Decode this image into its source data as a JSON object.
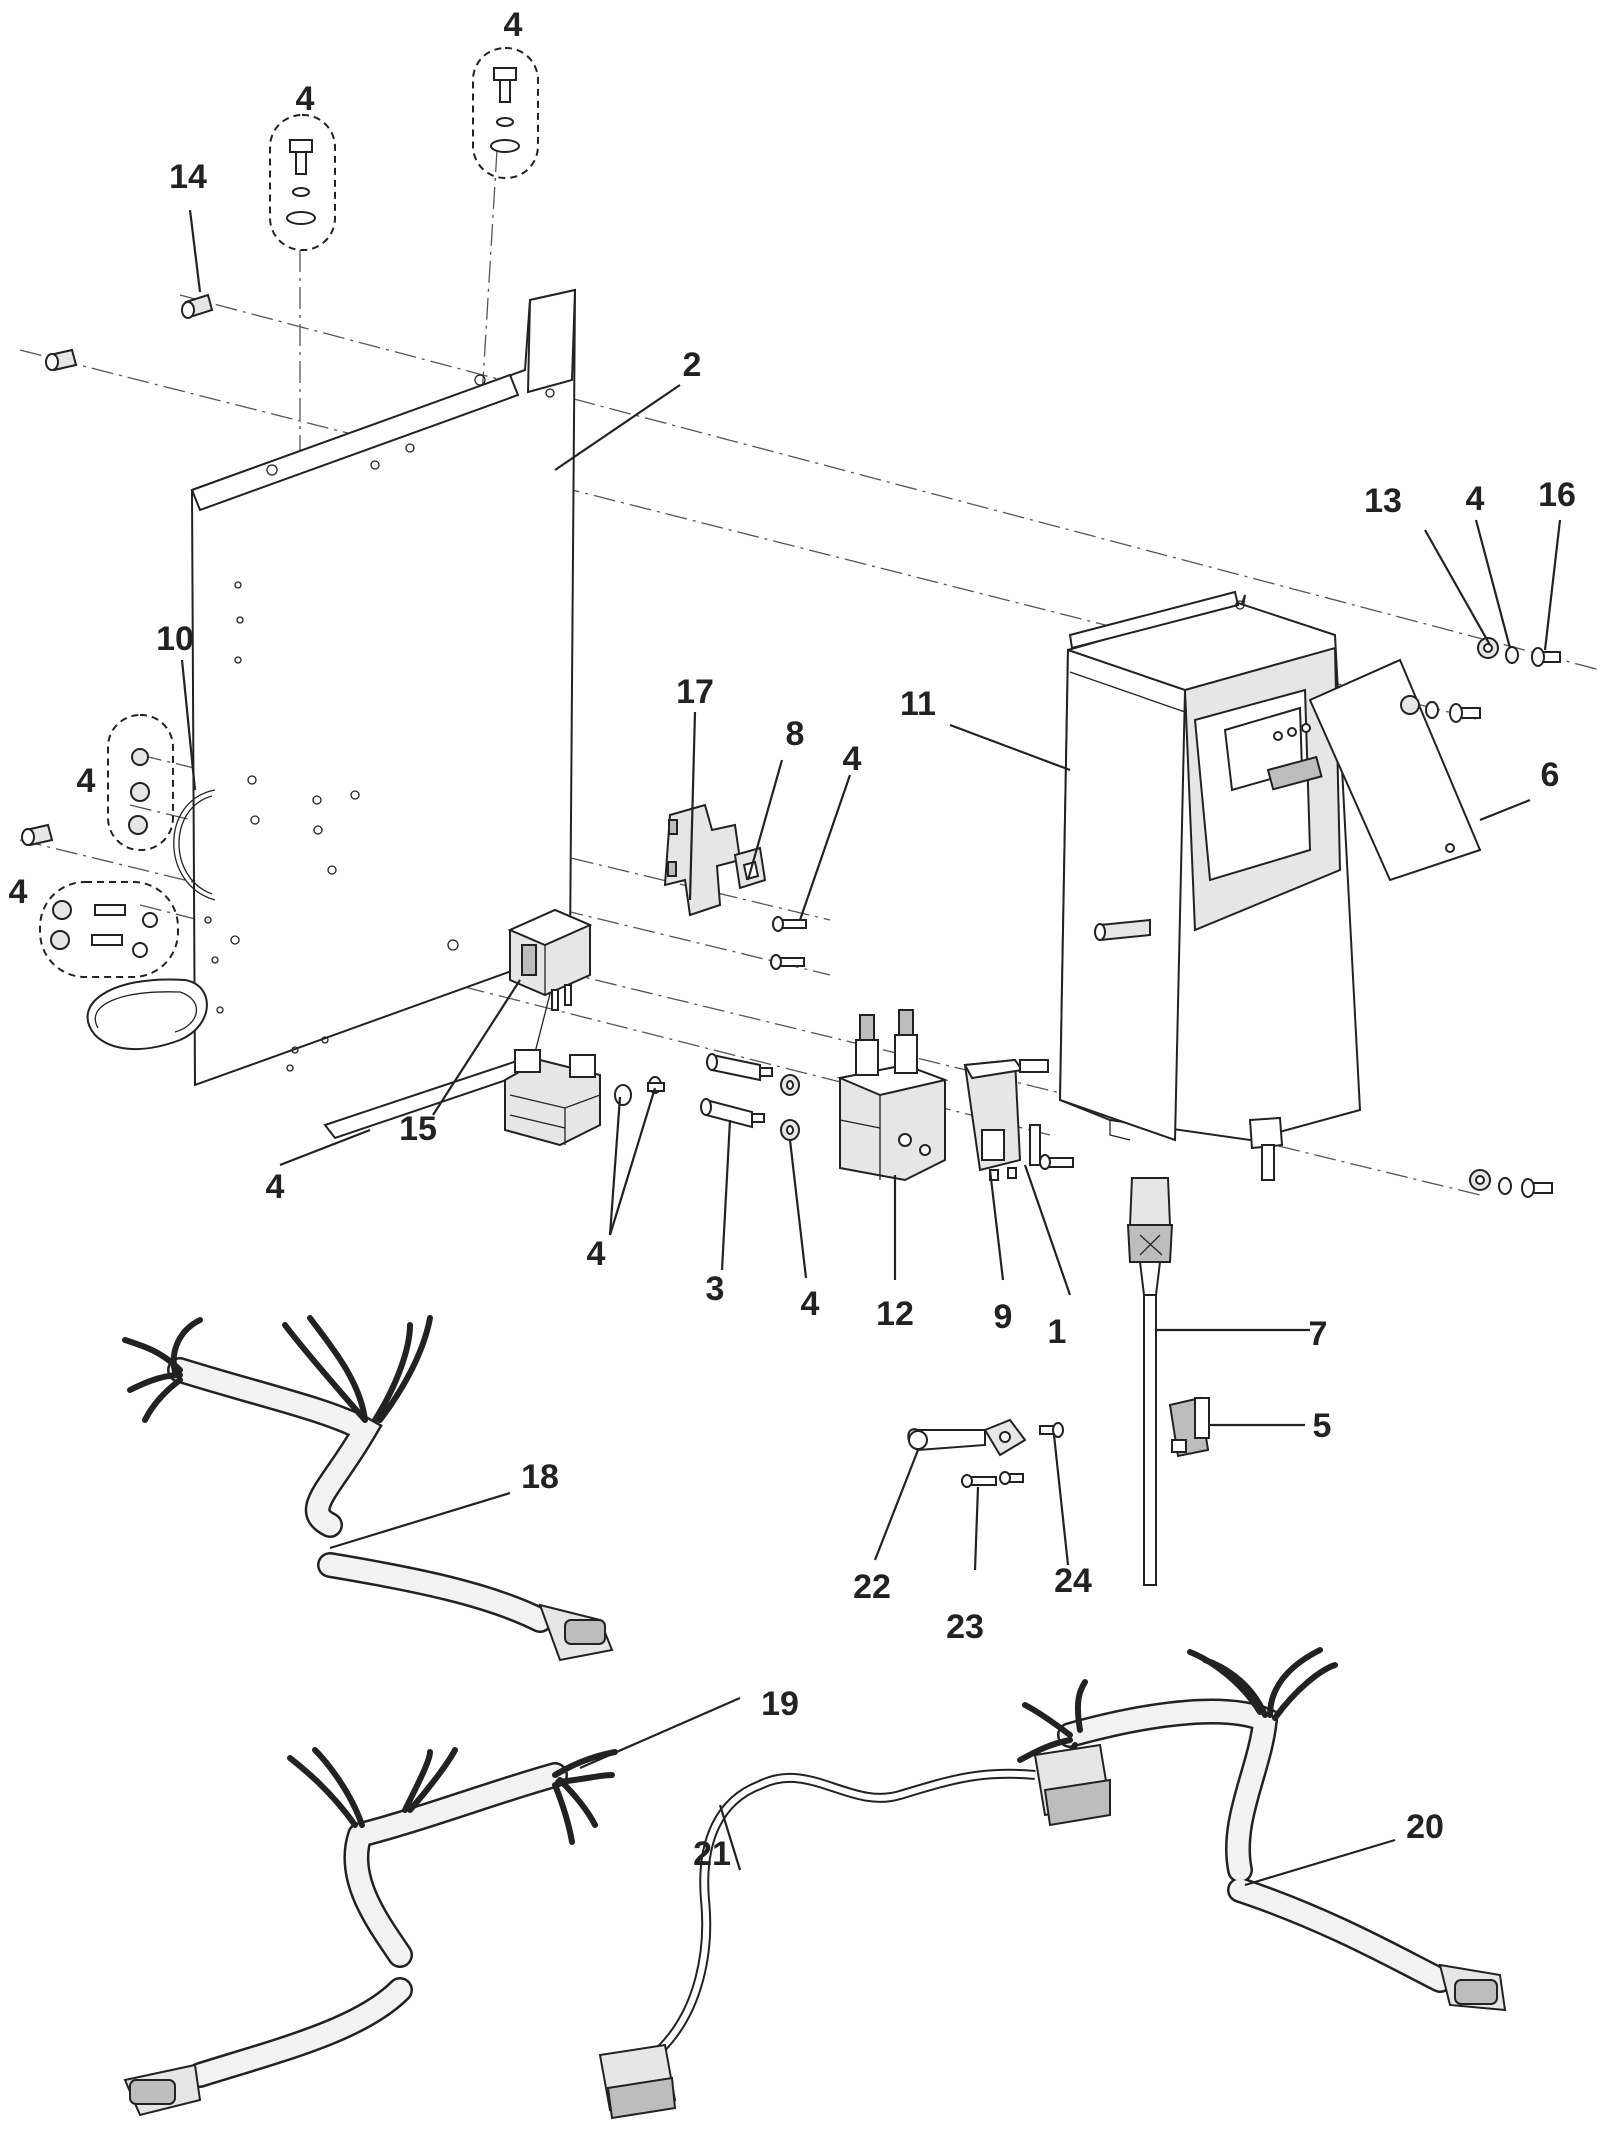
{
  "diagram": {
    "callouts": [
      {
        "label": "1"
      },
      {
        "label": "2"
      },
      {
        "label": "3"
      },
      {
        "label": "4"
      },
      {
        "label": "4"
      },
      {
        "label": "4"
      },
      {
        "label": "4"
      },
      {
        "label": "4"
      },
      {
        "label": "4"
      },
      {
        "label": "4"
      },
      {
        "label": "4"
      },
      {
        "label": "4"
      },
      {
        "label": "4"
      },
      {
        "label": "5"
      },
      {
        "label": "6"
      },
      {
        "label": "7"
      },
      {
        "label": "8"
      },
      {
        "label": "9"
      },
      {
        "label": "10"
      },
      {
        "label": "11"
      },
      {
        "label": "12"
      },
      {
        "label": "13"
      },
      {
        "label": "14"
      },
      {
        "label": "15"
      },
      {
        "label": "16"
      },
      {
        "label": "17"
      },
      {
        "label": "18"
      },
      {
        "label": "19"
      },
      {
        "label": "20"
      },
      {
        "label": "21"
      },
      {
        "label": "22"
      },
      {
        "label": "23"
      },
      {
        "label": "24"
      }
    ]
  }
}
